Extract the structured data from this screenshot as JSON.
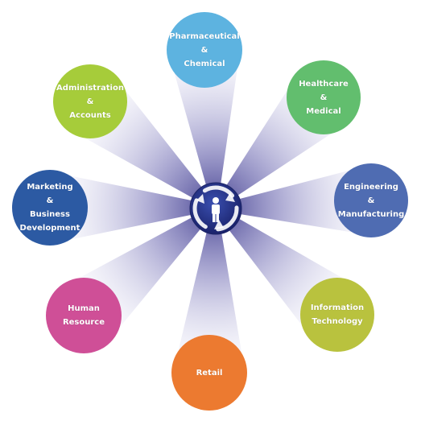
{
  "diagram": {
    "hub_icon": "person-with-circular-arrows-icon",
    "nodes": [
      {
        "id": "pharma",
        "lines": [
          "Pharmaceutical",
          "&",
          "Chemical"
        ],
        "color": "#5db3e0"
      },
      {
        "id": "health",
        "lines": [
          "Healthcare",
          "&",
          "Medical"
        ],
        "color": "#62be6e"
      },
      {
        "id": "eng",
        "lines": [
          "Engineering",
          "&",
          "Manufacturing"
        ],
        "color": "#4f6cb2"
      },
      {
        "id": "it",
        "lines": [
          "Information",
          "Technology"
        ],
        "color": "#b9c23e"
      },
      {
        "id": "retail",
        "lines": [
          "Retail"
        ],
        "color": "#ec7a30"
      },
      {
        "id": "hr",
        "lines": [
          "Human",
          "Resource"
        ],
        "color": "#cf4f97"
      },
      {
        "id": "marketing",
        "lines": [
          "Marketing",
          "&",
          "Business",
          "Development"
        ],
        "color": "#2c5aa3"
      },
      {
        "id": "admin",
        "lines": [
          "Administration",
          "&",
          "Accounts"
        ],
        "color": "#a6cc3a"
      }
    ]
  }
}
